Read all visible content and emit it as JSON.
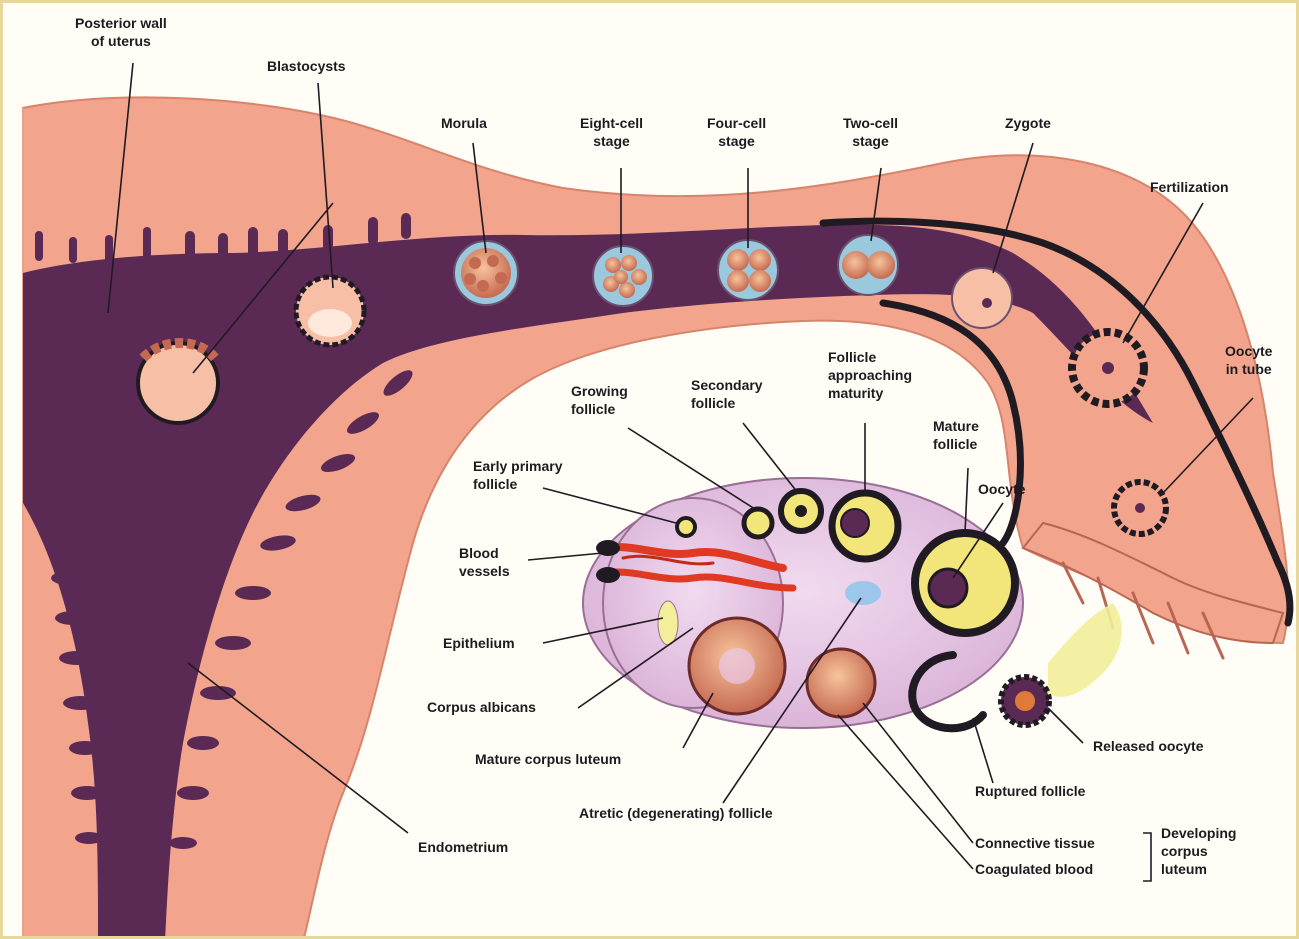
{
  "colors": {
    "uterus_wall": "#f2a58c",
    "uterus_wall_light": "#f6bfa6",
    "endometrium": "#5a2a55",
    "tube_lumen": "#7d3e6a",
    "ovary": "#e9c8e8",
    "oocyte_cytoplasm": "#f2e67a",
    "blood": "#e03a24",
    "outline": "#201a22",
    "background": "#fffdf6"
  },
  "labels": {
    "posterior_wall": "Posterior wall\nof uterus",
    "blastocysts": "Blastocysts",
    "morula": "Morula",
    "eight_cell": "Eight-cell\nstage",
    "four_cell": "Four-cell\nstage",
    "two_cell": "Two-cell\nstage",
    "zygote": "Zygote",
    "fertilization": "Fertilization",
    "oocyte_in_tube": "Oocyte\nin tube",
    "follicle_approaching": "Follicle\napproaching\nmaturity",
    "secondary_follicle": "Secondary\nfollicle",
    "growing_follicle": "Growing\nfollicle",
    "mature_follicle": "Mature\nfollicle",
    "oocyte": "Oocyte",
    "early_primary": "Early primary\nfollicle",
    "blood_vessels": "Blood\nvessels",
    "epithelium": "Epithelium",
    "corpus_albicans": "Corpus albicans",
    "mature_corpus_luteum": "Mature corpus luteum",
    "atretic_follicle": "Atretic (degenerating) follicle",
    "endometrium": "Endometrium",
    "released_oocyte": "Released oocyte",
    "ruptured_follicle": "Ruptured follicle",
    "connective_tissue": "Connective tissue",
    "coagulated_blood": "Coagulated blood",
    "developing_corpus_luteum": "Developing\ncorpus\nluteum"
  }
}
